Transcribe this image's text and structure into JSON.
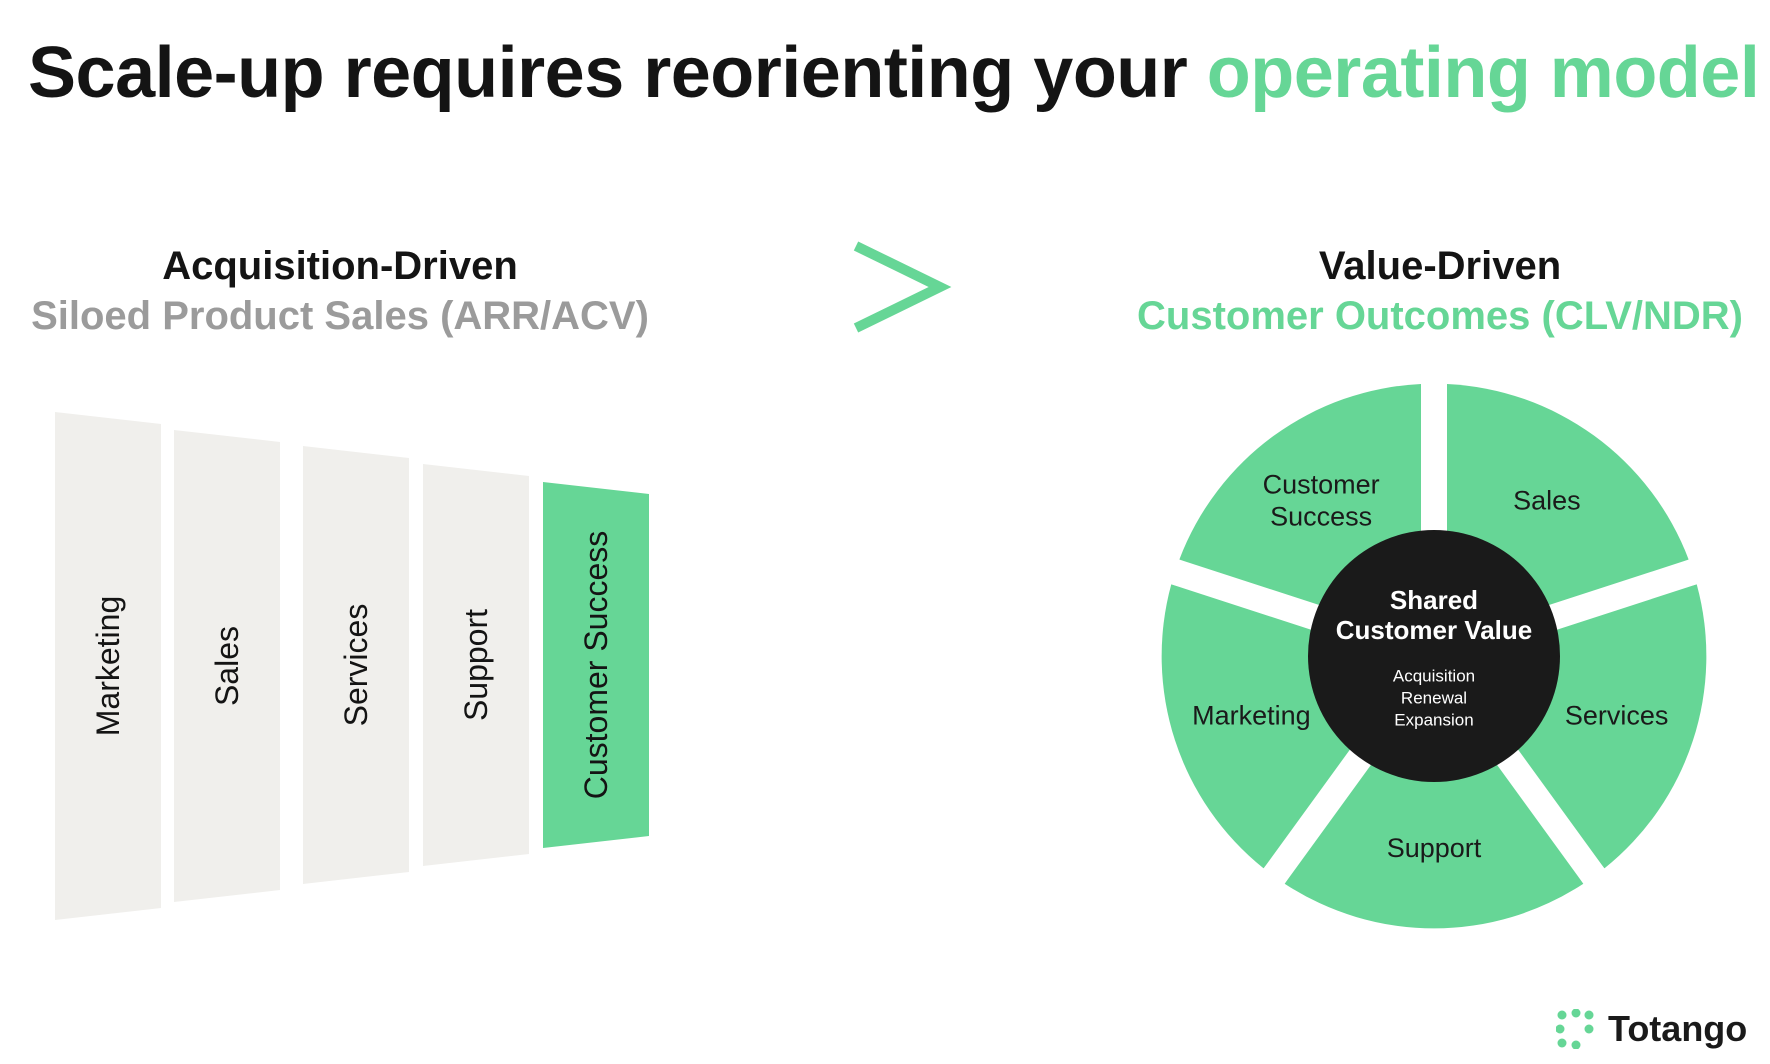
{
  "title": {
    "lead": "Scale-up requires reorienting your ",
    "accent": "operating model"
  },
  "comparison_symbol": ">",
  "left": {
    "heading": "Acquisition-Driven",
    "subheading": "Siloed Product Sales (ARR/ACV)",
    "silos": [
      "Marketing",
      "Sales",
      "Services",
      "Support",
      "Customer Success"
    ],
    "highlighted_silo": "Customer Success"
  },
  "right": {
    "heading": "Value-Driven",
    "subheading": "Customer Outcomes (CLV/NDR)",
    "center": {
      "title_line1": "Shared",
      "title_line2": "Customer Value",
      "items": [
        "Acquisition",
        "Renewal",
        "Expansion"
      ]
    },
    "segments": [
      {
        "lines": [
          "Sales"
        ]
      },
      {
        "lines": [
          "Services"
        ]
      },
      {
        "lines": [
          "Support"
        ]
      },
      {
        "lines": [
          "Marketing"
        ]
      },
      {
        "lines": [
          "Customer",
          "Success"
        ]
      }
    ]
  },
  "brand": {
    "name": "Totango",
    "logo_icon": "dots-logo-icon"
  },
  "colors": {
    "accent": "#66d696",
    "silo_fill": "#f0efec",
    "dark": "#1a1a1a",
    "grey_text": "#9b9b9b"
  }
}
